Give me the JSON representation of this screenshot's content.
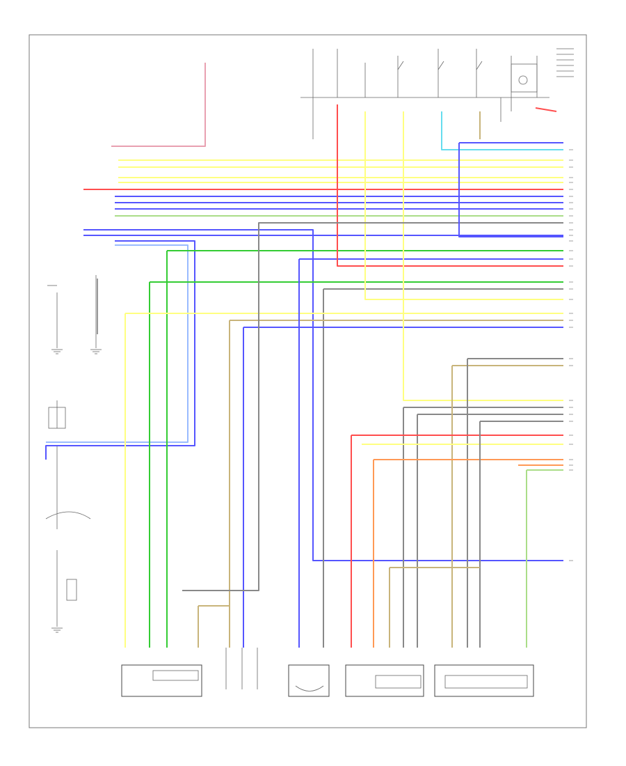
{
  "diagram": {
    "footer_code": "",
    "top_label": "",
    "wire_colors": {
      "pink": "#e8a0b0",
      "red": "#ff4d4d",
      "yellow": "#ffff80",
      "blue": "#5555ff",
      "light_blue": "#99bbff",
      "green": "#33cc33",
      "light_green": "#aadd88",
      "orange": "#ff9955",
      "tan": "#c8b47a",
      "gray": "#888888",
      "cyan": "#66ddee",
      "black": "#333333"
    },
    "connectors": [
      {
        "name": "connector-1",
        "label": ""
      },
      {
        "name": "connector-2",
        "label": ""
      },
      {
        "name": "connector-3",
        "label": ""
      },
      {
        "name": "connector-4",
        "label": ""
      },
      {
        "name": "connector-5",
        "label": ""
      }
    ]
  }
}
